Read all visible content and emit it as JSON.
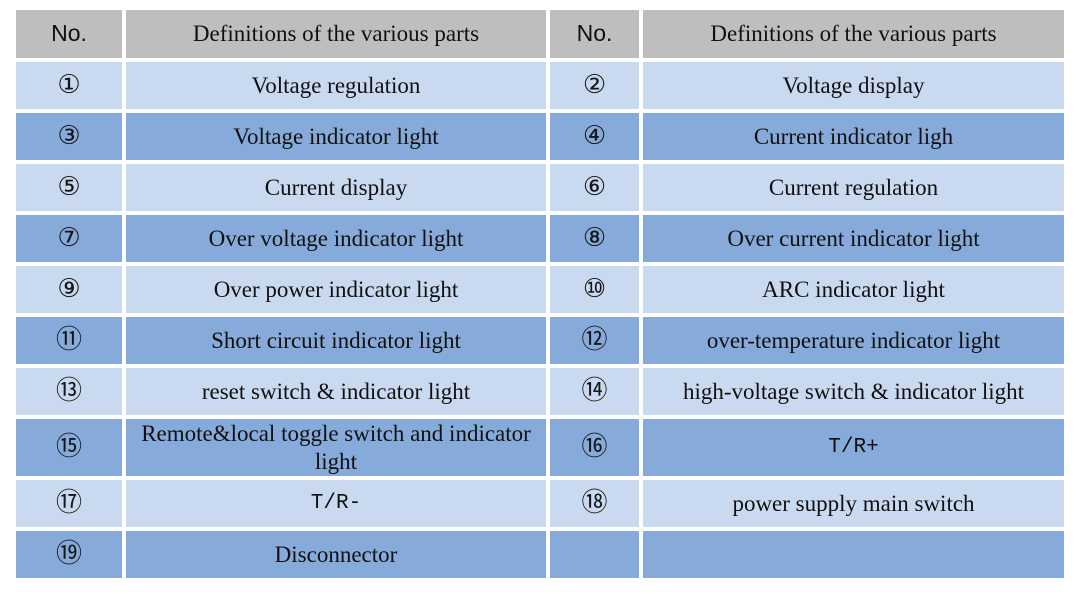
{
  "table": {
    "header": {
      "no_left": "No.",
      "def_left": "Definitions of the various parts",
      "no_right": "No.",
      "def_right": "Definitions of the various parts"
    },
    "rows": [
      {
        "no_left": "①",
        "def_left": "Voltage regulation",
        "no_right": "②",
        "def_right": "Voltage display"
      },
      {
        "no_left": "③",
        "def_left": "Voltage indicator light",
        "no_right": "④",
        "def_right": "Current indicator ligh"
      },
      {
        "no_left": "⑤",
        "def_left": "Current display",
        "no_right": "⑥",
        "def_right": "Current regulation"
      },
      {
        "no_left": "⑦",
        "def_left": "Over voltage indicator light",
        "no_right": "⑧",
        "def_right": "Over current indicator light"
      },
      {
        "no_left": "⑨",
        "def_left": "Over power indicator light",
        "no_right": "⑩",
        "def_right": "ARC  indicator light"
      },
      {
        "no_left": "⑪",
        "def_left": "Short circuit indicator light",
        "no_right": "⑫",
        "def_right": "over-temperature indicator light"
      },
      {
        "no_left": "⑬",
        "def_left": "reset switch & indicator light",
        "no_right": "⑭",
        "def_right": "high-voltage switch & indicator light"
      },
      {
        "no_left": "⑮",
        "def_left": "Remote&local toggle switch and indicator light",
        "no_right": "⑯",
        "def_right": "T/R+"
      },
      {
        "no_left": "⑰",
        "def_left": "T/R-",
        "no_right": "⑱",
        "def_right": "power supply main switch"
      },
      {
        "no_left": "⑲",
        "def_left": "Disconnector",
        "no_right": "",
        "def_right": ""
      }
    ]
  },
  "colors": {
    "header_bg": "#bebebe",
    "light_row": "#c9daf0",
    "dark_row": "#86abdb",
    "page_bg": "#ffffff",
    "text": "#101010"
  }
}
